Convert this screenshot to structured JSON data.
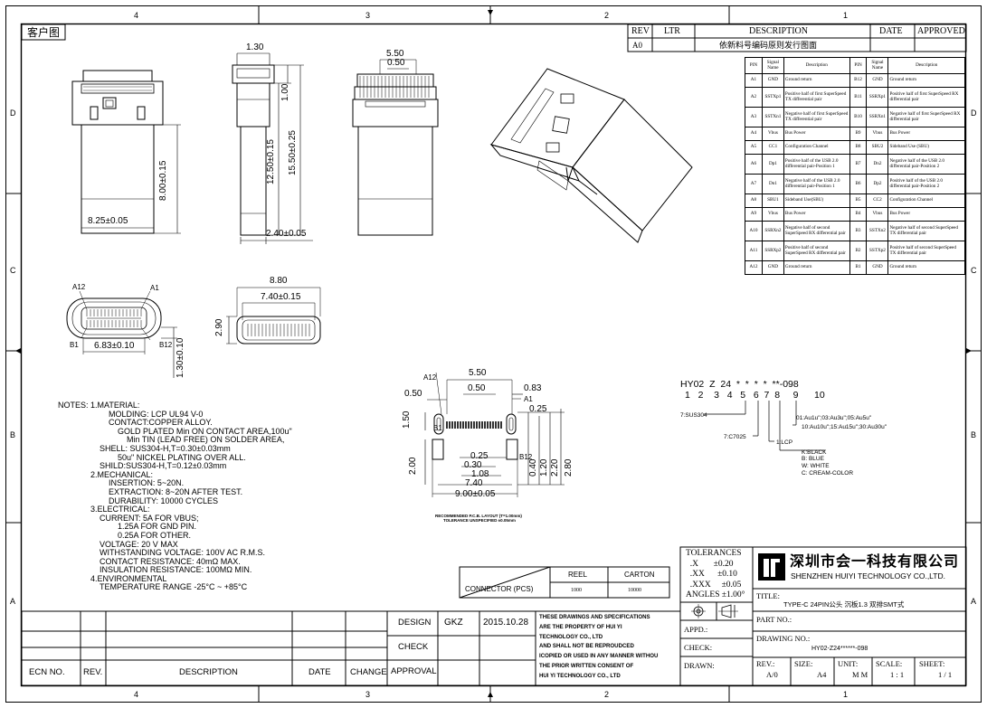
{
  "border": {
    "top_zones": [
      "4",
      "3",
      "2",
      "1"
    ],
    "bottom_zones": [
      "4",
      "3",
      "2",
      "1"
    ],
    "side_zones": [
      "D",
      "C",
      "B",
      "A"
    ],
    "customer_label": "客户图"
  },
  "revision_block": {
    "headers": [
      "REV",
      "LTR",
      "DESCRIPTION",
      "DATE",
      "APPROVED"
    ],
    "row": {
      "rev": "A0",
      "ltr": "",
      "description": "依新料号编码原则发行图面",
      "date": "",
      "approved": ""
    }
  },
  "pin_table": {
    "headers": [
      "PIN",
      "Signal Name",
      "Description",
      "PIN",
      "Signal Name",
      "Description"
    ],
    "rows": [
      [
        "A1",
        "GND",
        "Ground return",
        "B12",
        "GND",
        "Ground return"
      ],
      [
        "A2",
        "SSTXp1",
        "Positive half of first SuperSpeed TX differential pair",
        "B11",
        "SSRXp1",
        "Positive half of first SuperSpeed RX differential pair"
      ],
      [
        "A3",
        "SSTXn1",
        "Negative half of first SuperSpeed TX differential pair",
        "B10",
        "SSRXn1",
        "Negative half of first SuperSpeed RX differential pair"
      ],
      [
        "A4",
        "Vbus",
        "Bus Power",
        "B9",
        "Vbus",
        "Bus Power"
      ],
      [
        "A5",
        "CC1",
        "Configuration Channel",
        "B8",
        "SBU2",
        "Sideband Use (SBU)"
      ],
      [
        "A6",
        "Dp1",
        "Positive half of the USB 2.0 differential pair-Position 1",
        "B7",
        "Dn2",
        "Negative half of the USB 2.0 differential pair-Position 2"
      ],
      [
        "A7",
        "Dn1",
        "Negative half of the USB 2.0 differential pair-Position 1",
        "B6",
        "Dp2",
        "Positive half of the USB 2.0 differential pair-Position 2"
      ],
      [
        "A8",
        "SBU1",
        "Sideband Use(SBU)",
        "B5",
        "CC2",
        "Configuration Channel"
      ],
      [
        "A9",
        "Vbus",
        "Bus Power",
        "B4",
        "Vbus",
        "Bus Power"
      ],
      [
        "A10",
        "SSRXn2",
        "Negative half of second SuperSpeed RX differential pair",
        "B3",
        "SSTXn2",
        "Negative half of second SuperSpeed TX differential pair"
      ],
      [
        "A11",
        "SSRXp2",
        "Positive half of second SuperSpeed RX differential pair",
        "B2",
        "SSTXp2",
        "Positive half of second SuperSpeed TX differential pair"
      ],
      [
        "A12",
        "GND",
        "Ground return",
        "B1",
        "GND",
        "Ground return"
      ]
    ]
  },
  "dimensions": {
    "front_width": "8.25±0.05",
    "front_height": "8.00±0.15",
    "side_top": "1.30",
    "side_1": "1.00",
    "side_2": "12.50±0.15",
    "side_3": "15.50±0.25",
    "side_bottom": "2.40±0.05",
    "top_a": "5.50",
    "top_b": "0.50",
    "end_width": "6.83±0.10",
    "end_a12": "A12",
    "end_a1": "A1",
    "end_b1": "B1",
    "end_b12": "B12",
    "end_thick": "1.30±0.10",
    "mid_880": "8.80",
    "mid_740": "7.40±0.15",
    "mid_290": "2.90"
  },
  "pcb": {
    "d550": "5.50",
    "d050a": "0.50",
    "d050b": "0.50",
    "d083": "0.83",
    "d025a": "0.25",
    "d150": "1.50",
    "d200": "2.00",
    "d025b": "0.25",
    "d030": "0.30",
    "d108": "1.08",
    "d740": "7.40",
    "d900": "9.00±0.05",
    "d040": "0.40",
    "d120": "1.20",
    "d220": "2.20",
    "d280": "2.80",
    "a12": "A12",
    "a1": "A1",
    "b1": "B1",
    "b12": "B12",
    "caption1": "RECOMMENDED  P.C.B. LAYOUT (T=1.00mm)",
    "caption2": "TOLERANCE UNSPECIFIED ±0.05mm"
  },
  "part_code": {
    "code": "HY02  Z  24  *  *  *  *  **-098",
    "positions": "1   2    3   4   5   6  7  8     9      10",
    "opt5": "7:SUS304",
    "opt6": "7:C7025",
    "opt7": "1:LCP",
    "opt8_title": "K:BLACK",
    "opt8": [
      "B: BLUE",
      "W: WHITE",
      "C: CREAM-COLOR"
    ],
    "opt9a": "01:Au1u\";03:Au3u\";05:Au5u\"",
    "opt9b": "10:Au10u\";15:Au15u\";30:Au30u\""
  },
  "notes": [
    {
      "text": "NOTES:  1.MATERIAL:",
      "indent": 0
    },
    {
      "text": "MOLDING: LCP UL94 V-0",
      "indent": 2
    },
    {
      "text": "CONTACT:COPPER ALLOY.",
      "indent": 2
    },
    {
      "text": "GOLD PLATED Min ON CONTACT AREA,100u\"",
      "indent": 3
    },
    {
      "text": "Min TIN (LEAD FREE) ON SOLDER AREA,",
      "indent": 4
    },
    {
      "text": "SHELL: SUS304-H,T=0.30±0.03mm",
      "indent": 1
    },
    {
      "text": "50u\" NICKEL PLATING OVER ALL.",
      "indent": 3
    },
    {
      "text": "SHILD:SUS304-H,T=0.12±0.03mm",
      "indent": 1
    },
    {
      "text": "2.MECHANICAL:",
      "indent": 0
    },
    {
      "text": "INSERTION: 5~20N.",
      "indent": 2
    },
    {
      "text": "EXTRACTION: 8~20N AFTER TEST.",
      "indent": 2
    },
    {
      "text": "DURABILITY: 10000 CYCLES",
      "indent": 2
    },
    {
      "text": "3.ELECTRICAL:",
      "indent": 0
    },
    {
      "text": "CURRENT: 5A FOR VBUS;",
      "indent": 1
    },
    {
      "text": "1.25A FOR GND PIN.",
      "indent": 3
    },
    {
      "text": "0.25A FOR OTHER.",
      "indent": 3
    },
    {
      "text": "VOLTAGE: 20 V MAX",
      "indent": 1
    },
    {
      "text": "WITHSTANDING VOLTAGE: 100V AC R.M.S.",
      "indent": 1
    },
    {
      "text": "CONTACT RESISTANCE: 40mΩ MAX.",
      "indent": 1
    },
    {
      "text": "INSULATION RESISTANCE: 100MΩ MIN.",
      "indent": 1
    },
    {
      "text": "4.ENVIRONMENTAL",
      "indent": 0
    },
    {
      "text": "TEMPERATURE RANGE  -25°C  ~  +85°C",
      "indent": 1
    }
  ],
  "packing": {
    "reel": "REEL",
    "carton": "CARTON",
    "connector": "CONNECTOR (PCS)",
    "reel_qty": "1000",
    "carton_qty": "10000"
  },
  "title_block": {
    "ecn": "ECN NO.",
    "rev": "REV.",
    "description": "DESCRIPTION",
    "date": "DATE",
    "change": "CHANGE",
    "design": "DESIGN",
    "check": "CHECK",
    "approval": "APPROVAL",
    "designer": "GKZ",
    "design_date": "2015.10.28",
    "disclaimer": [
      "THESE DRAWINGS AND SPECIFICATIONS",
      "ARE THE PROPERTY OF HUI YI",
      "TECHNOLOGY  CO., LTD",
      "AND SHALL NOT BE REPROUDCED",
      "ICOPIED OR USED IN ANY MANNER WITHOU",
      "THE PRIOR WRITTEN CONSENT OF",
      "HUI YI    TECHNOLOGY CO., LTD"
    ],
    "tolerances": [
      "TOLERANCES",
      "  .X       ±0.20",
      "  .XX      ±0.10",
      "  .XXX     ±0.05",
      "ANGLES ±1.00°"
    ],
    "company_cn": "深圳市会一科技有限公司",
    "company_en": "SHENZHEN  HUIYI  TECHNOLOGY  CO.,LTD.",
    "title_label": "TITLE:",
    "title": "TYPE-C 24PIN公头 沉板1.3 双排SMT式",
    "appd": "APPD.:",
    "part_no": "PART NO.:",
    "check_label": "CHECK:",
    "drawing_no_label": "DRAWING NO.:",
    "drawing_no": "HY02-Z24******-098",
    "drawn": "DRAWN:",
    "rev_label": "REV.:",
    "rev_value": "A/0",
    "size_label": "SIZE:",
    "size_value": "A4",
    "unit_label": "UNIT:",
    "unit_value": "M M",
    "scale_label": "SCALE:",
    "scale_value": "1 : 1",
    "sheet_label": "SHEET:",
    "sheet_value": "1 / 1"
  }
}
